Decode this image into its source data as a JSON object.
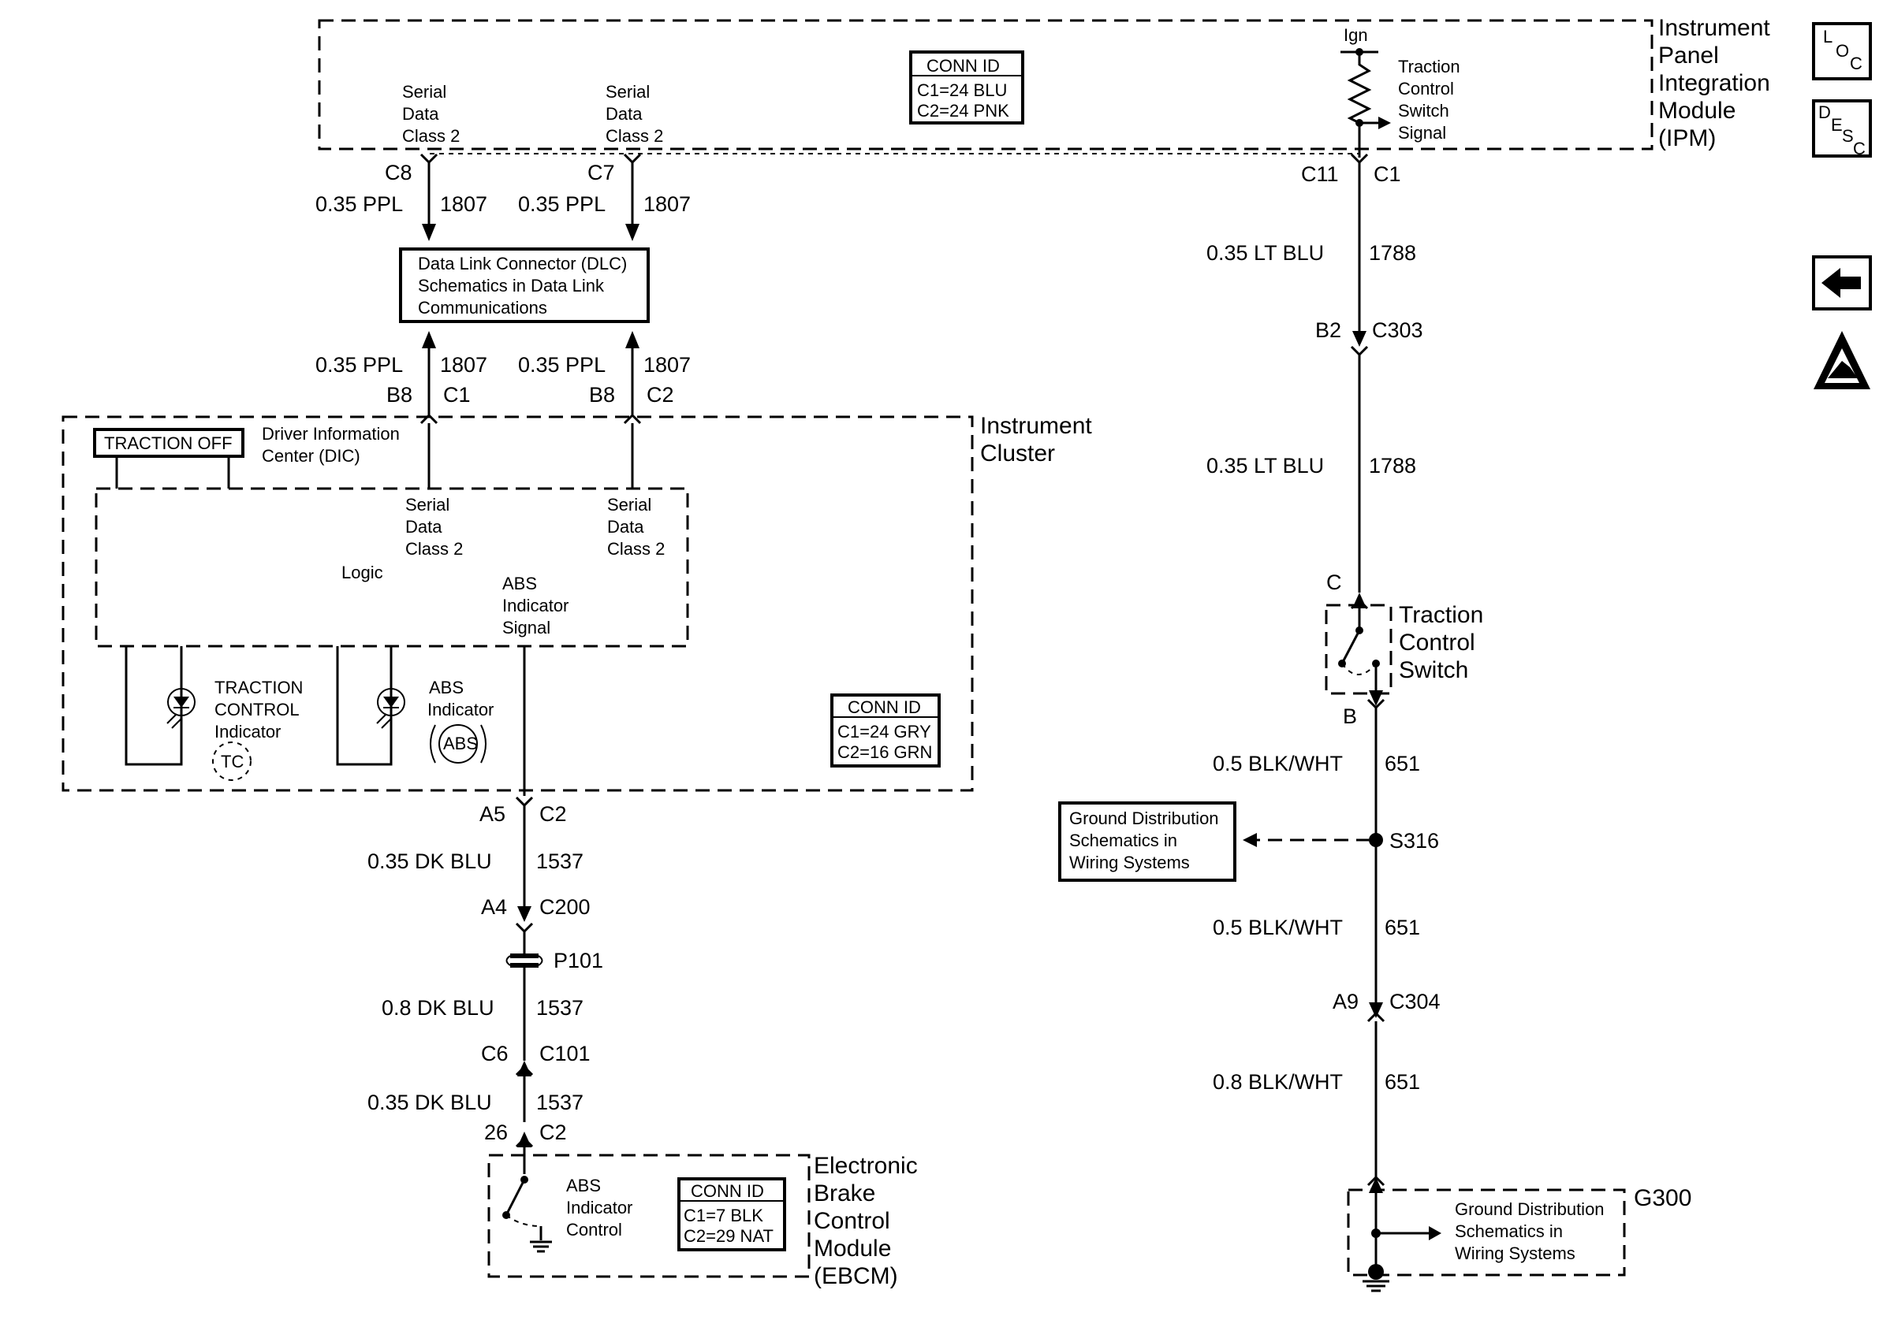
{
  "ipm": {
    "title": [
      "Instrument",
      "Panel",
      "Integration",
      "Module",
      "(IPM)"
    ],
    "serial_a": [
      "Serial",
      "Data",
      "Class 2"
    ],
    "serial_b": [
      "Serial",
      "Data",
      "Class 2"
    ],
    "ign": "Ign",
    "tc_signal": [
      "Traction",
      "Control",
      "Switch",
      "Signal"
    ],
    "conn_id": {
      "header": "CONN ID",
      "rows": [
        "C1=24 BLU",
        "C2=24 PNK"
      ]
    }
  },
  "side_icons": {
    "loc": [
      "L",
      "O",
      "C"
    ],
    "desc": [
      "D",
      "E",
      "S",
      "C"
    ],
    "back": "back-arrow",
    "esd": "esd-warning"
  },
  "wires_dlc": {
    "c8": "C8",
    "c7": "C7",
    "w1": {
      "gauge": "0.35 PPL",
      "circuit": "1807"
    },
    "w2": {
      "gauge": "0.35 PPL",
      "circuit": "1807"
    },
    "w3": {
      "gauge": "0.35 PPL",
      "circuit": "1807"
    },
    "w4": {
      "gauge": "0.35 PPL",
      "circuit": "1807"
    },
    "b8a": "B8",
    "c1": "C1",
    "b8b": "B8",
    "c2": "C2"
  },
  "dlc": [
    "Data Link Connector (DLC)",
    "Schematics in Data Link",
    "Communications"
  ],
  "cluster": {
    "title": [
      "Instrument",
      "Cluster"
    ],
    "traction_off": "TRACTION OFF",
    "dic": [
      "Driver Information",
      "Center (DIC)"
    ],
    "serial_a": [
      "Serial",
      "Data",
      "Class 2"
    ],
    "serial_b": [
      "Serial",
      "Data",
      "Class 2"
    ],
    "logic": "Logic",
    "abs_signal": [
      "ABS",
      "Indicator",
      "Signal"
    ],
    "tc_indicator": [
      "TRACTION",
      "CONTROL",
      "Indicator"
    ],
    "tc_badge": "TC",
    "abs_indicator": [
      "ABS",
      "Indicator"
    ],
    "abs_badge": "ABS",
    "conn_id": {
      "header": "CONN ID",
      "rows": [
        "C1=24 GRY",
        "C2=16 GRN"
      ]
    }
  },
  "abs_circuit": {
    "a5": "A5",
    "c2": "C2",
    "w1": {
      "gauge": "0.35 DK BLU",
      "circuit": "1537"
    },
    "a4": "A4",
    "c200": "C200",
    "p101": "P101",
    "w2": {
      "gauge": "0.8 DK BLU",
      "circuit": "1537"
    },
    "c6": "C6",
    "c101": "C101",
    "w3": {
      "gauge": "0.35 DK BLU",
      "circuit": "1537"
    },
    "pin26": "26",
    "c2b": "C2"
  },
  "ebcm": {
    "title": [
      "Electronic",
      "Brake",
      "Control",
      "Module",
      "(EBCM)"
    ],
    "abs_control": [
      "ABS",
      "Indicator",
      "Control"
    ],
    "conn_id": {
      "header": "CONN ID",
      "rows": [
        "C1=7 BLK",
        "C2=29 NAT"
      ]
    }
  },
  "tc_circuit": {
    "c11": "C11",
    "c1": "C1",
    "w1": {
      "gauge": "0.35 LT BLU",
      "circuit": "1788"
    },
    "b2": "B2",
    "c303": "C303",
    "w2": {
      "gauge": "0.35 LT BLU",
      "circuit": "1788"
    },
    "pin_c": "C",
    "switch": [
      "Traction",
      "Control",
      "Switch"
    ],
    "pin_b": "B",
    "w3": {
      "gauge": "0.5 BLK/WHT",
      "circuit": "651"
    },
    "s316": "S316",
    "w4": {
      "gauge": "0.5 BLK/WHT",
      "circuit": "651"
    },
    "a9": "A9",
    "c304": "C304",
    "w5": {
      "gauge": "0.8 BLK/WHT",
      "circuit": "651"
    },
    "g300": "G300"
  },
  "ground_dist": [
    "Ground Distribution",
    "Schematics in",
    "Wiring Systems"
  ],
  "ground_dist_g300": [
    "Ground Distribution",
    "Schematics in",
    "Wiring Systems"
  ]
}
